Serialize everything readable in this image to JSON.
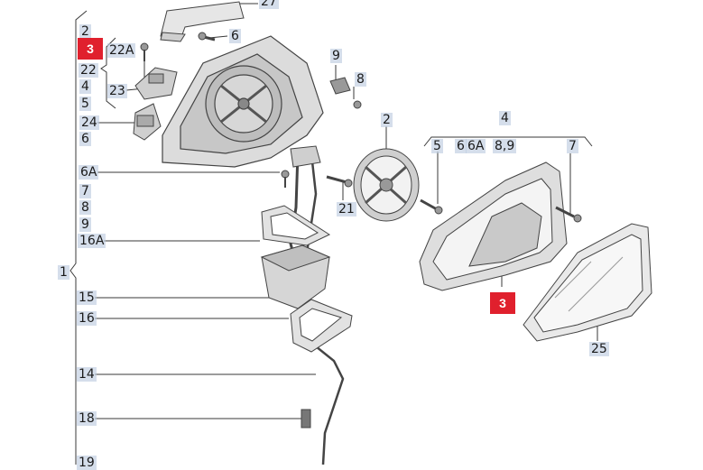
{
  "diagram": {
    "accent_color": "#e0202d",
    "line_color": "#3a3a3a",
    "callouts": [
      {
        "id": "c27",
        "text": "27"
      },
      {
        "id": "c6top",
        "text": "6"
      },
      {
        "id": "c2left",
        "text": "2"
      },
      {
        "id": "c22a",
        "text": "22A"
      },
      {
        "id": "c22",
        "text": "22"
      },
      {
        "id": "c4left",
        "text": "4"
      },
      {
        "id": "c23",
        "text": "23"
      },
      {
        "id": "c5left",
        "text": "5"
      },
      {
        "id": "c24",
        "text": "24"
      },
      {
        "id": "c6left",
        "text": "6"
      },
      {
        "id": "c9top",
        "text": "9"
      },
      {
        "id": "c8top",
        "text": "8"
      },
      {
        "id": "c6a",
        "text": "6A"
      },
      {
        "id": "c7left",
        "text": "7"
      },
      {
        "id": "c8left",
        "text": "8"
      },
      {
        "id": "c9left",
        "text": "9"
      },
      {
        "id": "c16a",
        "text": "16A"
      },
      {
        "id": "c1",
        "text": "1"
      },
      {
        "id": "c15",
        "text": "15"
      },
      {
        "id": "c16",
        "text": "16"
      },
      {
        "id": "c14",
        "text": "14"
      },
      {
        "id": "c18",
        "text": "18"
      },
      {
        "id": "c19",
        "text": "19"
      },
      {
        "id": "c21",
        "text": "21"
      },
      {
        "id": "c2right",
        "text": "2"
      },
      {
        "id": "c4right",
        "text": "4"
      },
      {
        "id": "c5right",
        "text": "5"
      },
      {
        "id": "c6right",
        "text": "6"
      },
      {
        "id": "c6aright",
        "text": "6A"
      },
      {
        "id": "c89",
        "text": "8,9"
      },
      {
        "id": "c7right",
        "text": "7"
      },
      {
        "id": "c25",
        "text": "25"
      }
    ],
    "badges": [
      {
        "id": "b3left",
        "text": "3"
      },
      {
        "id": "b3right",
        "text": "3"
      }
    ]
  }
}
